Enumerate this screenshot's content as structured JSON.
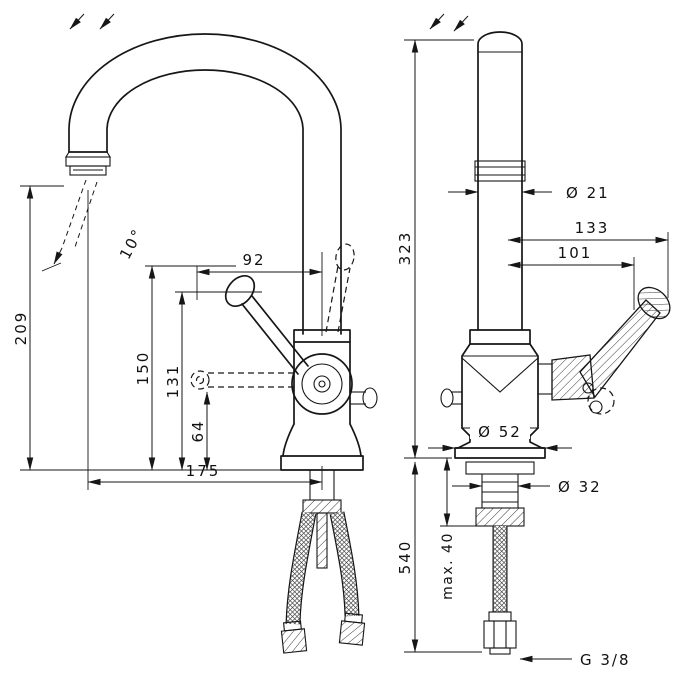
{
  "drawing": {
    "type": "faucet technical dimension drawing",
    "side_view": {
      "spout_outlet_height": "209",
      "spout_angle": "10°",
      "handle_reach": "92",
      "handle_top_height": "150",
      "lever_height": "131",
      "lever_axis_height": "64",
      "total_reach": "175"
    },
    "front_view": {
      "pipe_height": "323",
      "pipe_diameter": "Ø 21",
      "lever_reach_full": "133",
      "lever_reach_pivot": "101",
      "base_diameter": "Ø 52",
      "shank_diameter": "Ø 32",
      "hose_length": "540",
      "max_mounting_thickness": "max. 40",
      "connection_thread": "G 3/8"
    },
    "colors": {
      "line": "#161616",
      "background": "#ffffff"
    }
  }
}
